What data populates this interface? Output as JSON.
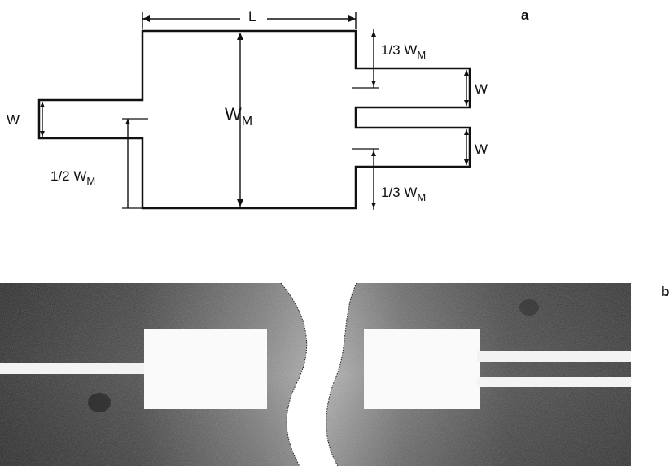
{
  "panel_a": {
    "label": "a",
    "dim_length": "L",
    "dim_main_width": {
      "base": "W",
      "sub": "M"
    },
    "dim_left_width": "W",
    "dim_left_offset": {
      "prefix": "1/2 W",
      "sub": "M"
    },
    "dim_right_top_offset": {
      "prefix": "1/3 W",
      "sub": "M"
    },
    "dim_right_bottom_offset": {
      "prefix": "1/3 W",
      "sub": "M"
    },
    "dim_right_upper_width": "W",
    "dim_right_lower_width": "W"
  },
  "panel_b": {
    "label": "b"
  },
  "colors": {
    "line": "#111111",
    "photo_dark": "#3a3a3a",
    "photo_mid": "#6e6e6e",
    "photo_light": "#bdbdbd",
    "metal": "#f7f7f7"
  }
}
